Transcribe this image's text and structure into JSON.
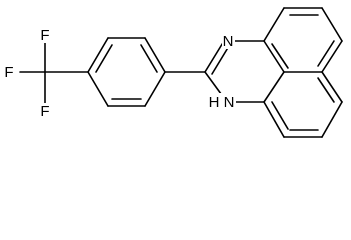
{
  "molecule": {
    "atom_labels": {
      "f1": "F",
      "f2": "F",
      "f3": "F",
      "n_imine": "N",
      "nh": "H",
      "nh_n": "N"
    }
  },
  "colors": {
    "bond": "#000000",
    "text": "#000000",
    "background": "#ffffff"
  }
}
